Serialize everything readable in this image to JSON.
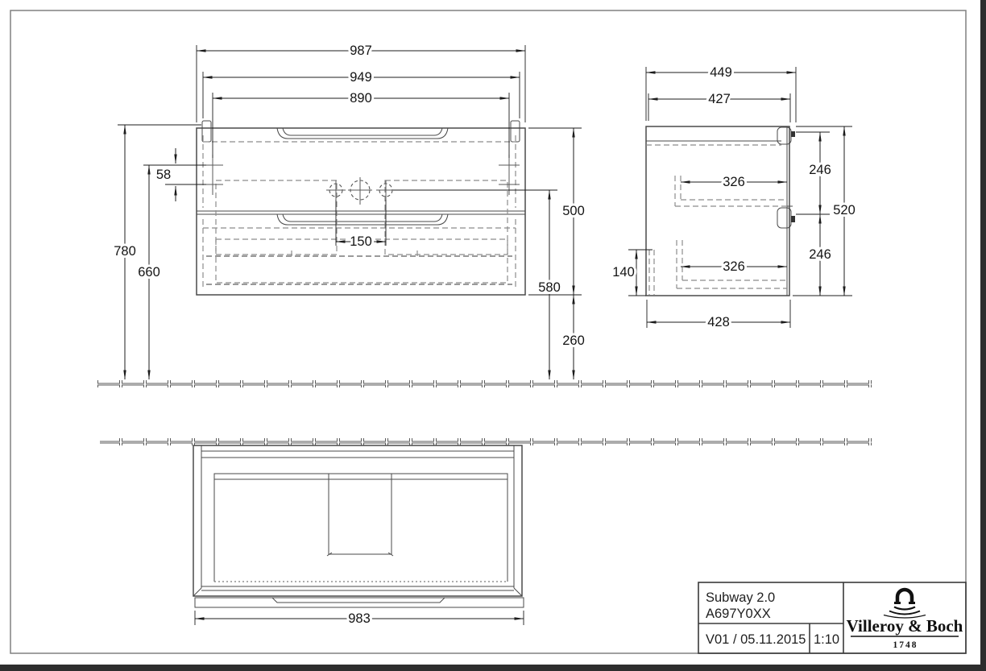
{
  "front_view": {
    "dim_overall_width": "987",
    "dim_inner_width": "949",
    "dim_mount_spacing": "890",
    "dim_mount_offset": "58",
    "dim_height_to_top": "780",
    "dim_height_to_mount": "660",
    "dim_faucet_spacing": "150",
    "dim_cabinet_height": "500",
    "dim_faucet_height": "580",
    "dim_clearance_below": "260"
  },
  "side_view": {
    "dim_overall_depth": "449",
    "dim_body_depth": "427",
    "dim_upper_drawer_front": "246",
    "dim_lower_drawer_front": "246",
    "dim_total_height": "520",
    "dim_upper_drawer_depth": "326",
    "dim_lower_drawer_depth": "326",
    "dim_recess_height": "140",
    "dim_bottom_depth": "428"
  },
  "top_view": {
    "dim_body_width": "983"
  },
  "title_block": {
    "product_line": "Subway 2.0",
    "article_number": "A697Y0XX",
    "version_date": "V01 / 05.11.2015",
    "scale": "1:10",
    "brand_name": "Villeroy & Boch",
    "brand_year": "1748",
    "brand_icon": "fountain-arch-icon"
  },
  "colors": {
    "drawing_line": "#4a4a4a",
    "hidden_line": "#8c8c8c",
    "dimension_line": "#1c1c1c",
    "page_border": "#808080",
    "window_edge": "#2d2d2d",
    "paper": "#ffffff"
  }
}
